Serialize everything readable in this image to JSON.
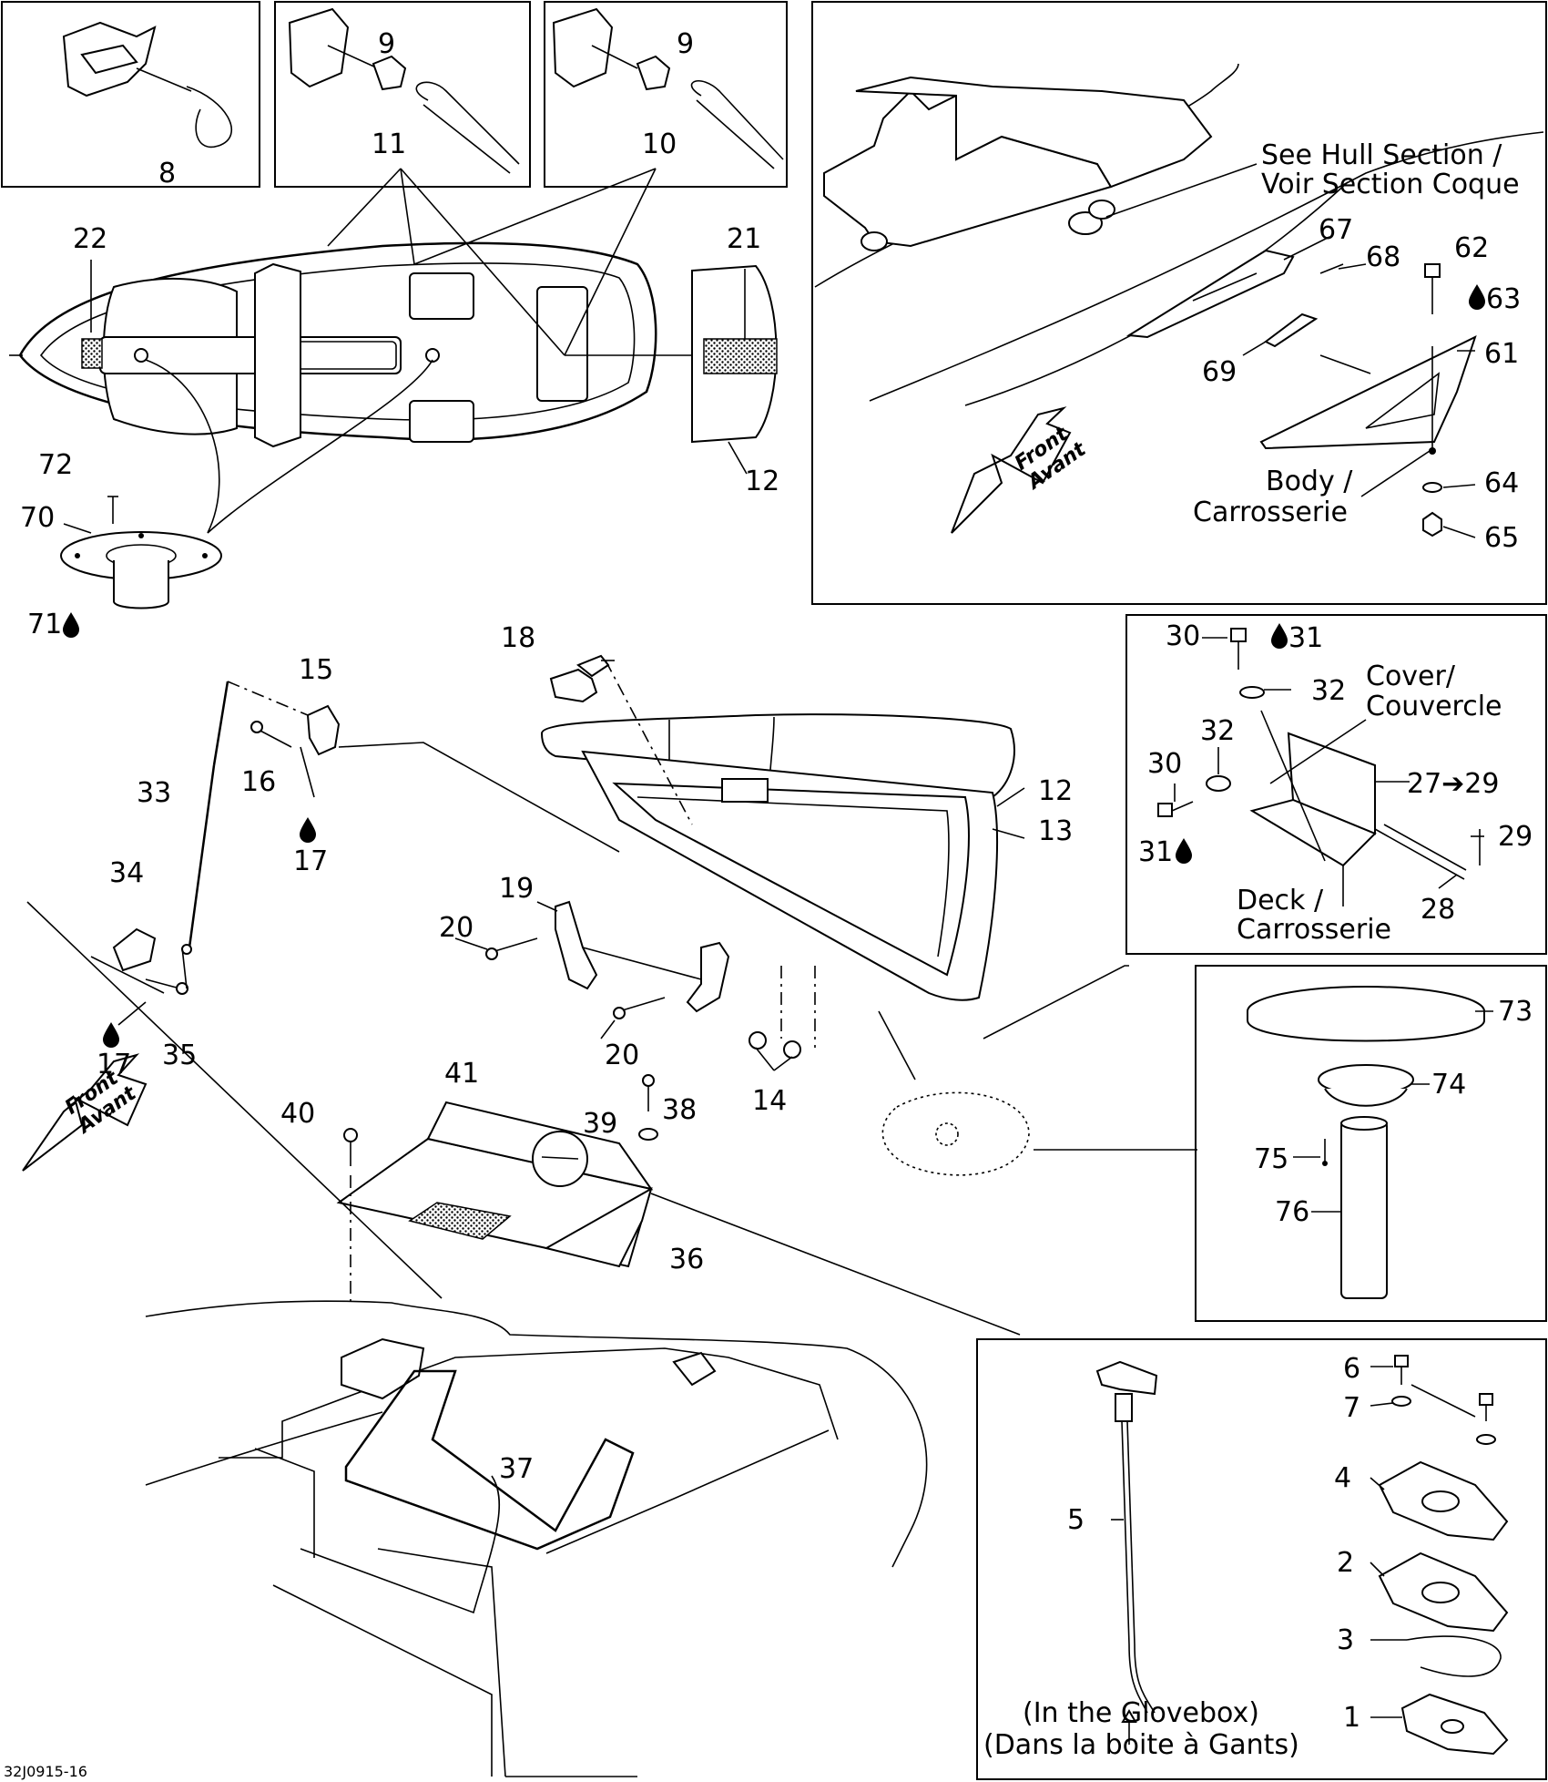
{
  "diagram_code": "32J0915-16",
  "notes": {
    "hull_section": [
      "See Hull Section /",
      "Voir Section Coque"
    ],
    "body": [
      "Body /",
      "Carrosserie"
    ],
    "cover": [
      "Cover/",
      "Couvercle"
    ],
    "deck": [
      "Deck /",
      "Carrosserie"
    ],
    "glovebox": [
      "(In the Glovebox)",
      "(Dans la boite à Gants)"
    ],
    "front_arrow": [
      "Front",
      "Avant"
    ]
  },
  "callouts": {
    "c1": "1",
    "c2": "2",
    "c3": "3",
    "c4": "4",
    "c5": "5",
    "c6": "6",
    "c7": "7",
    "c8": "8",
    "c9a": "9",
    "c9b": "9",
    "c10": "10",
    "c11": "11",
    "c12a": "12",
    "c12b": "12",
    "c13": "13",
    "c14": "14",
    "c15": "15",
    "c16": "16",
    "c17a": "17",
    "c17b": "17",
    "c18": "18",
    "c19": "19",
    "c20a": "20",
    "c20b": "20",
    "c21": "21",
    "c22": "22",
    "c27": "27➔29",
    "c28": "28",
    "c29": "29",
    "c30a": "30",
    "c30b": "30",
    "c31a": "31",
    "c31b": "31",
    "c32a": "32",
    "c32b": "32",
    "c33": "33",
    "c34": "34",
    "c35": "35",
    "c36": "36",
    "c37": "37",
    "c38": "38",
    "c39": "39",
    "c40": "40",
    "c41": "41",
    "c61": "61",
    "c62": "62",
    "c63": "63",
    "c64": "64",
    "c65": "65",
    "c67": "67",
    "c68": "68",
    "c69": "69",
    "c70": "70",
    "c71": "71",
    "c72": "72",
    "c73": "73",
    "c74": "74",
    "c75": "75",
    "c76": "76"
  }
}
